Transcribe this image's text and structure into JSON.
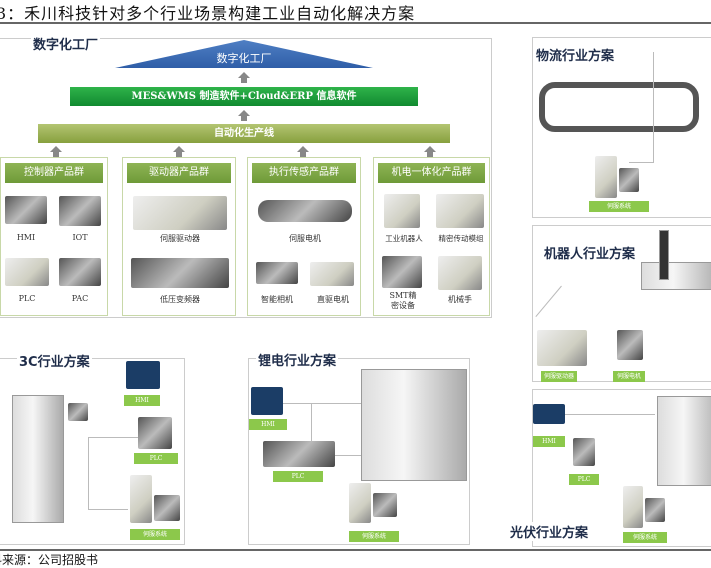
{
  "title": "3：禾川科技针对多个行业场景构建工业自动化解决方案",
  "digital_factory": {
    "label": "数字化工厂",
    "top": "数字化工厂",
    "software_bar": "MES&WMS 制造软件+Cloud&ERP 信息软件",
    "line_bar": "自动化生产线",
    "groups": [
      {
        "title": "控制器产品群",
        "items": [
          "HMI",
          "IOT",
          "PLC",
          "PAC"
        ]
      },
      {
        "title": "驱动器产品群",
        "items": [
          "伺服驱动器",
          "低压变频器"
        ]
      },
      {
        "title": "执行传感产品群",
        "items": [
          "伺服电机",
          "智能相机",
          "直驱电机"
        ]
      },
      {
        "title": "机电一体化产品群",
        "items": [
          "工业机器人",
          "精密传动模组",
          "SMT精密设备",
          "机械手"
        ]
      }
    ]
  },
  "solutions": {
    "logistics": {
      "label": "物流行业方案",
      "tags": [
        "伺服系统"
      ]
    },
    "robot": {
      "label": "机器人行业方案",
      "tags": [
        "伺服驱动器",
        "伺服电机"
      ]
    },
    "pv": {
      "label": "光伏行业方案",
      "tags": [
        "HMI",
        "PLC",
        "伺服系统"
      ]
    },
    "c3": {
      "label": "3C行业方案",
      "tags": [
        "HMI",
        "PLC",
        "伺服系统"
      ]
    },
    "lithium": {
      "label": "锂电行业方案",
      "tags": [
        "HMI",
        "PLC",
        "伺服系统"
      ]
    }
  },
  "source": "资料来源：公司招股书"
}
